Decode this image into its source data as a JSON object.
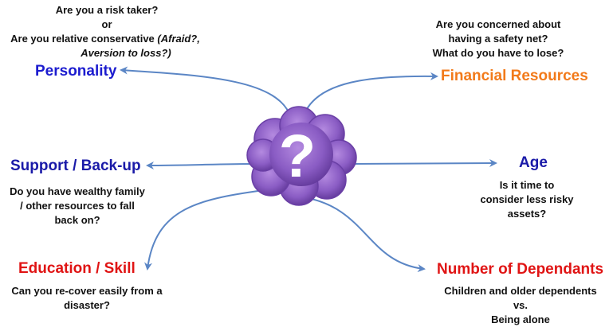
{
  "center": {
    "icon": "question-mark-cloud-icon",
    "symbol": "?",
    "fill": "#8a5cc4"
  },
  "personality": {
    "title": "Personality",
    "q1": "Are you a risk taker?",
    "q2": "or",
    "q3": "Are you relative conservative",
    "q3_italic": "(Afraid?,",
    "q4_italic": "Aversion to loss?)"
  },
  "financial": {
    "title": "Financial Resources",
    "l1": "Are you concerned about",
    "l2": "having a safety net?",
    "l3": "What do you have to lose?"
  },
  "support": {
    "title": "Support / Back-up",
    "l1": "Do you have wealthy family",
    "l2": "/ other resources to fall",
    "l3": "back on?"
  },
  "age": {
    "title": "Age",
    "l1": "Is it time to",
    "l2": "consider less risky",
    "l3": "assets?"
  },
  "education": {
    "title": "Education / Skill",
    "l1": "Can you re-cover easily from a",
    "l2": "disaster?"
  },
  "dependants": {
    "title": "Number of Dependants",
    "l1": "Children and older dependents",
    "l2": "vs.",
    "l3": "Being alone"
  },
  "colors": {
    "arrow": "#5b86c5",
    "blue": "#1c1ccf",
    "orange": "#f27a1a",
    "red": "#e01414"
  }
}
